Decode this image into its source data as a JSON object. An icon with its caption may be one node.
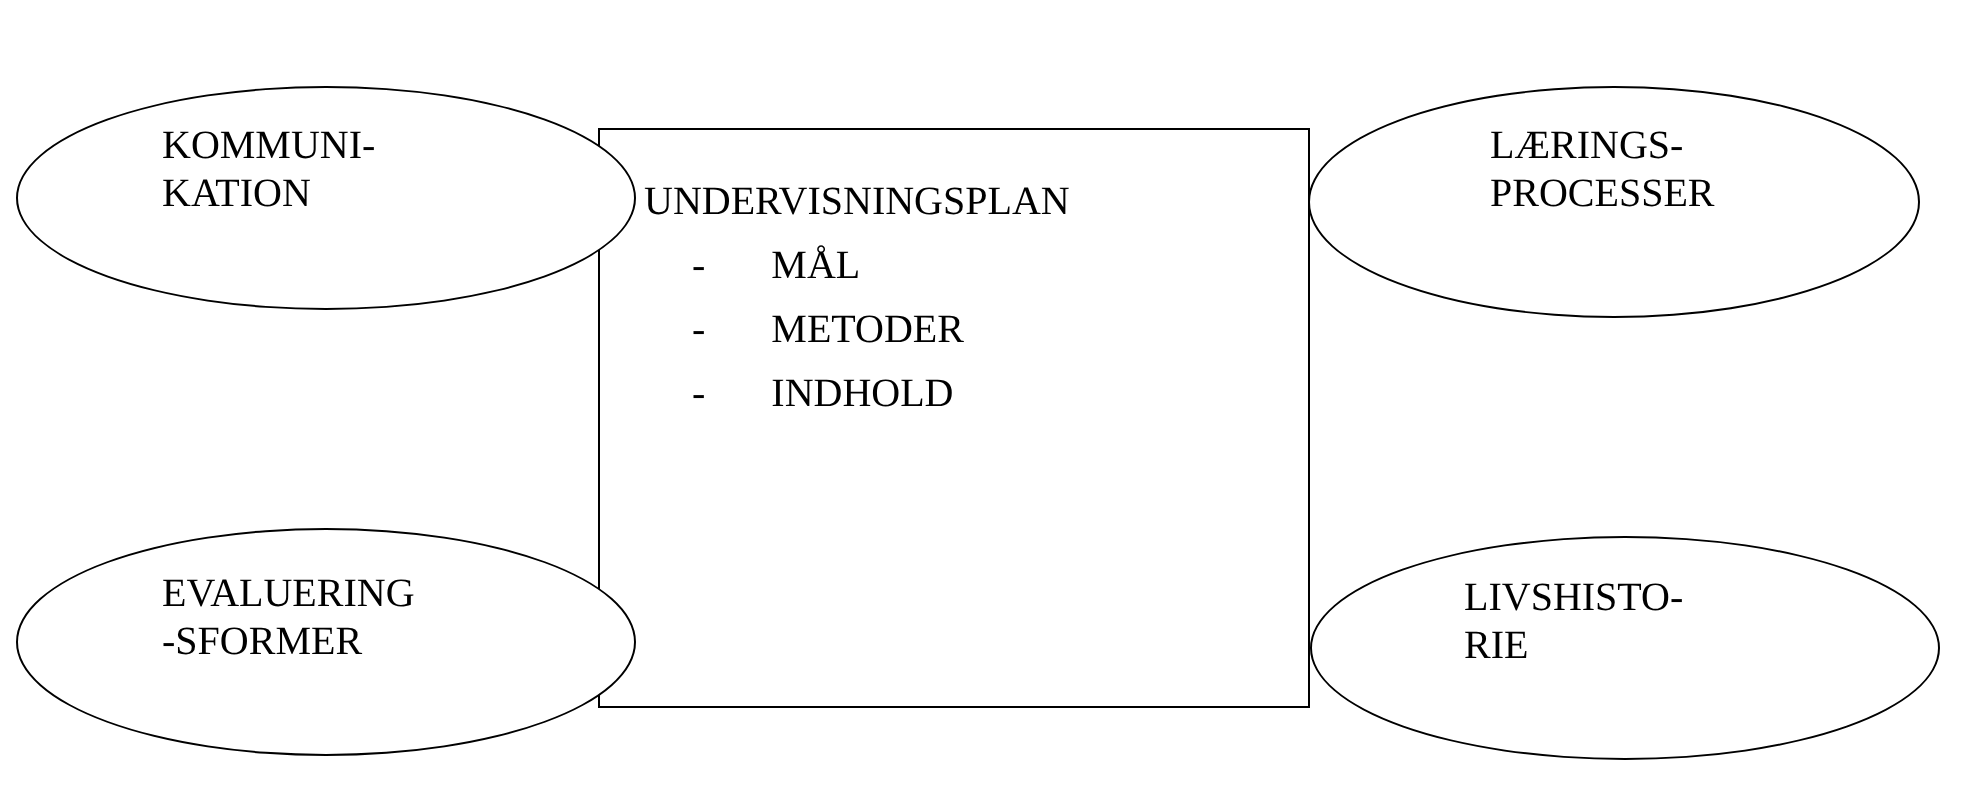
{
  "diagram": {
    "nodes": [
      {
        "text": [
          "KOMMUNI- KATION"
        ]
      },
      {
        "text": [
          "UNDERVISNINGSPLAN",
          "- MÅL",
          "- METODER",
          "- INDHOLD"
        ]
      },
      {
        "text": [
          "LÆRINGS- PROCESSER"
        ]
      },
      {
        "text": [
          "EVALUERING -SFORMER"
        ]
      },
      {
        "text": [
          "LIVSHISTO- RIE"
        ]
      }
    ]
  }
}
